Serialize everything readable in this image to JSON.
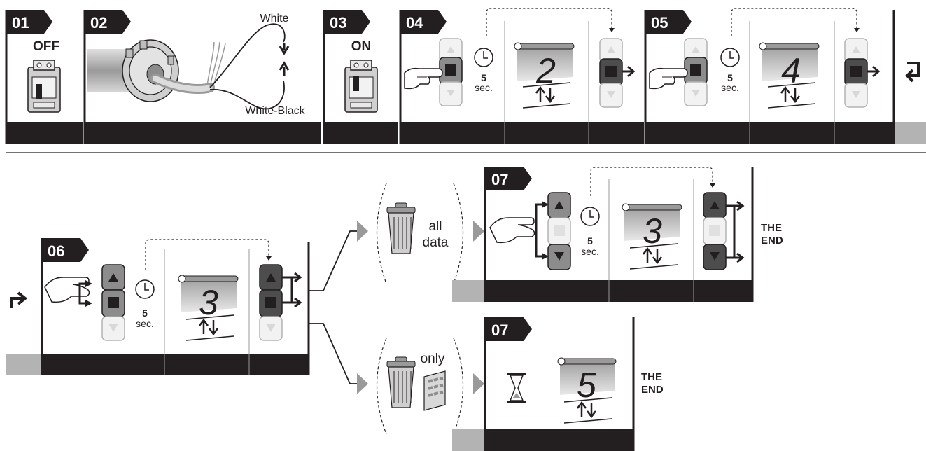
{
  "colors": {
    "bar": "#231f20",
    "grey": "#b3b3b3",
    "light": "#e6e6e6",
    "mid": "#8c8c8c",
    "dark": "#4d4d4d",
    "white": "#ffffff"
  },
  "steps": [
    {
      "id": "01",
      "label": "OFF"
    },
    {
      "id": "02",
      "wire_top": "White",
      "wire_bottom": "White-Black"
    },
    {
      "id": "03",
      "label": "ON"
    },
    {
      "id": "04",
      "time_value": "5",
      "time_unit": "sec.",
      "display": "2"
    },
    {
      "id": "05",
      "time_value": "5",
      "time_unit": "sec.",
      "display": "4"
    },
    {
      "id": "06",
      "time_value": "5",
      "time_unit": "sec.",
      "display": "3"
    }
  ],
  "branch_top": {
    "delete_word_1": "all",
    "delete_word_2": "data",
    "step": {
      "id": "07",
      "time_value": "5",
      "time_unit": "sec.",
      "display": "3"
    },
    "end_1": "THE",
    "end_2": "END"
  },
  "branch_bottom": {
    "delete_word": "only",
    "step": {
      "id": "07",
      "display": "5"
    },
    "end_1": "THE",
    "end_2": "END"
  },
  "icons": [
    "hand-pointer-icon",
    "clock-icon",
    "trash-icon",
    "keypad-icon",
    "hourglass-icon",
    "circuit-breaker-icon",
    "motor-icon",
    "remote-button-icon",
    "blind-display-icon",
    "up-down-arrows-icon",
    "return-arrow-icon",
    "continue-arrow-icon"
  ]
}
